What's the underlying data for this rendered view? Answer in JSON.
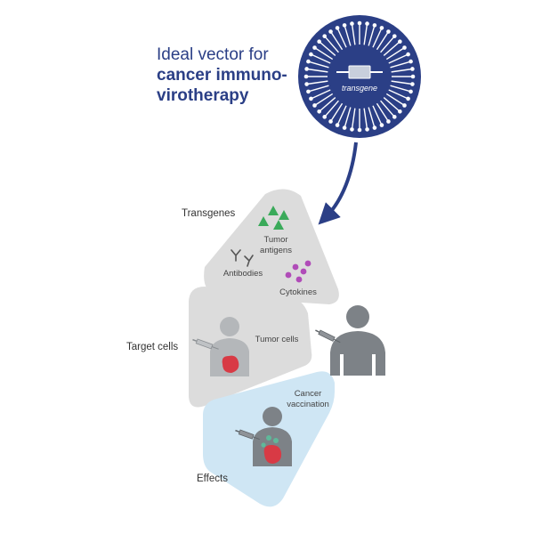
{
  "title": {
    "line1": "Ideal vector for",
    "line2": "cancer immuno-",
    "line3": "virotherapy"
  },
  "virus": {
    "label": "transgene"
  },
  "sections": {
    "transgenes": {
      "label": "Transgenes",
      "items": [
        "Tumor antigens",
        "Antibodies",
        "Cytokines"
      ]
    },
    "target_cells": {
      "label": "Target cells",
      "items": [
        "Tumor cells"
      ]
    },
    "effects": {
      "label": "Effects",
      "items": [
        "Cancer vaccination"
      ]
    }
  },
  "colors": {
    "title": "#2b3f86",
    "virus": "#2b3f86",
    "panel_gray": "#dcdcdc",
    "panel_blue": "#cfe6f4",
    "antigen": "#3aaa5a",
    "cytokine": "#b04cb8",
    "person": "#7d8287",
    "tumor": "#d83a45"
  },
  "icons": {
    "virus": "virus-particle-icon",
    "antibody": "antibody-icon",
    "syringe": "syringe-icon",
    "person": "person-icon"
  }
}
